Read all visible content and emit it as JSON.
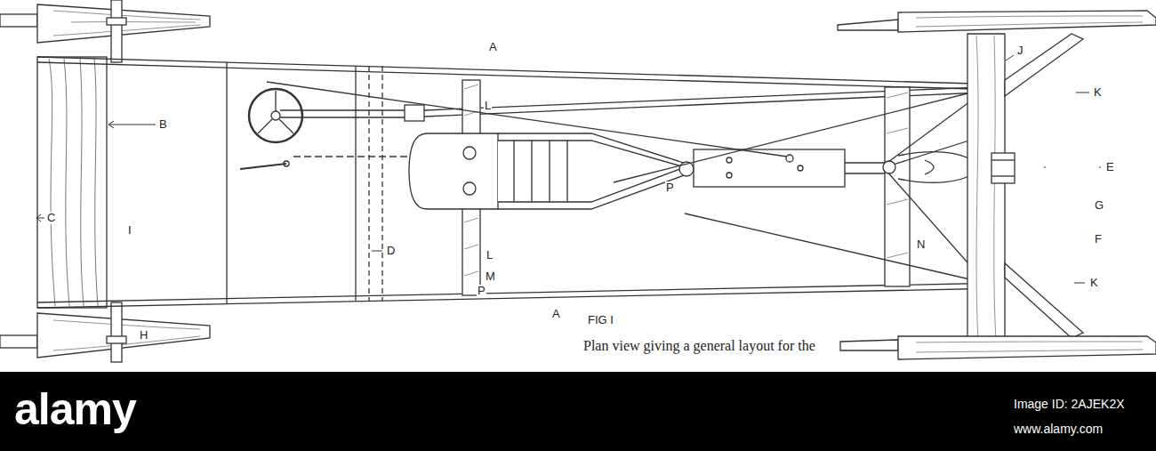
{
  "diagram": {
    "caption": "Plan view giving a general layout for the",
    "labels": [
      "A",
      "B",
      "C",
      "I",
      "D",
      "L",
      "L",
      "M",
      "P",
      "P",
      "N",
      "J",
      "K",
      "E",
      "G",
      "F",
      "K",
      "A",
      "FIG I",
      "H",
      "alamy",
      "Image ID: 2AJEK2X",
      "www.alamy.com"
    ]
  }
}
